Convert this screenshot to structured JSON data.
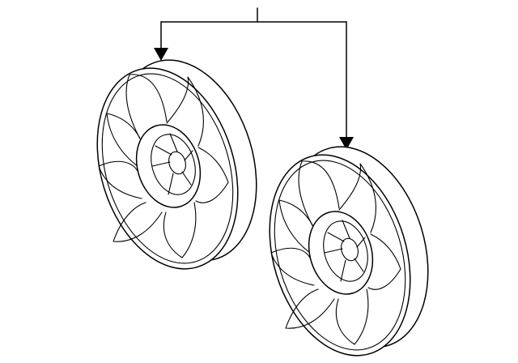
{
  "diagram": {
    "parts": [
      {
        "name": "cooling-fan-left",
        "blade_count": 7
      },
      {
        "name": "cooling-fan-right",
        "blade_count": 7
      }
    ],
    "callout": {
      "style": "leader with two arrowheads",
      "label": ""
    },
    "colors": {
      "line": "#000000",
      "background": "#ffffff"
    }
  }
}
